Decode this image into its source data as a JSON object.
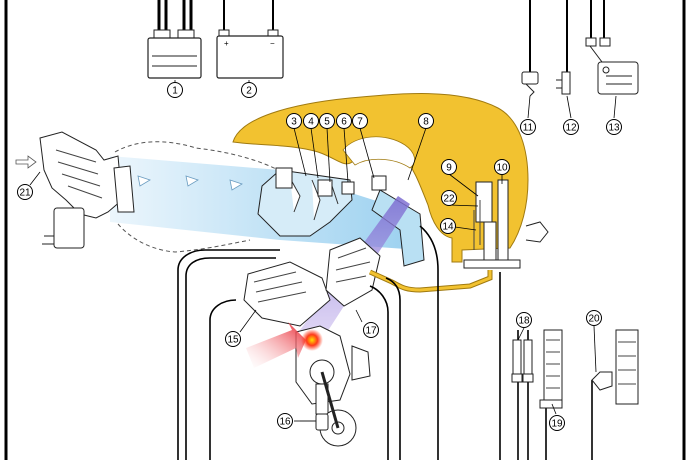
{
  "diagram": {
    "callouts": [
      {
        "id": "c1",
        "label": "1"
      },
      {
        "id": "c2",
        "label": "2"
      },
      {
        "id": "c3",
        "label": "3"
      },
      {
        "id": "c4",
        "label": "4"
      },
      {
        "id": "c5",
        "label": "5"
      },
      {
        "id": "c6",
        "label": "6"
      },
      {
        "id": "c7",
        "label": "7"
      },
      {
        "id": "c8",
        "label": "8"
      },
      {
        "id": "c9",
        "label": "9"
      },
      {
        "id": "c10",
        "label": "10"
      },
      {
        "id": "c11",
        "label": "11"
      },
      {
        "id": "c12",
        "label": "12"
      },
      {
        "id": "c13",
        "label": "13"
      },
      {
        "id": "c14",
        "label": "14"
      },
      {
        "id": "c15",
        "label": "15"
      },
      {
        "id": "c16",
        "label": "16"
      },
      {
        "id": "c17",
        "label": "17"
      },
      {
        "id": "c18",
        "label": "18"
      },
      {
        "id": "c19",
        "label": "19"
      },
      {
        "id": "c20",
        "label": "20"
      },
      {
        "id": "c21",
        "label": "21"
      },
      {
        "id": "c22",
        "label": "22"
      }
    ],
    "battery_terminals": {
      "positive": "+",
      "negative": "−"
    },
    "colors": {
      "fuel_tank": "#f2c230",
      "fuel_tank_outline": "#a07a10",
      "intake_air": "#a9d8f2",
      "intake_air_light": "#e4f3fb",
      "ignition_spray": "#a58bd6",
      "exhaust_arrow": "#e8202a",
      "spark": "#ff2a2a",
      "wire": "#000000",
      "line": "#222222"
    }
  }
}
